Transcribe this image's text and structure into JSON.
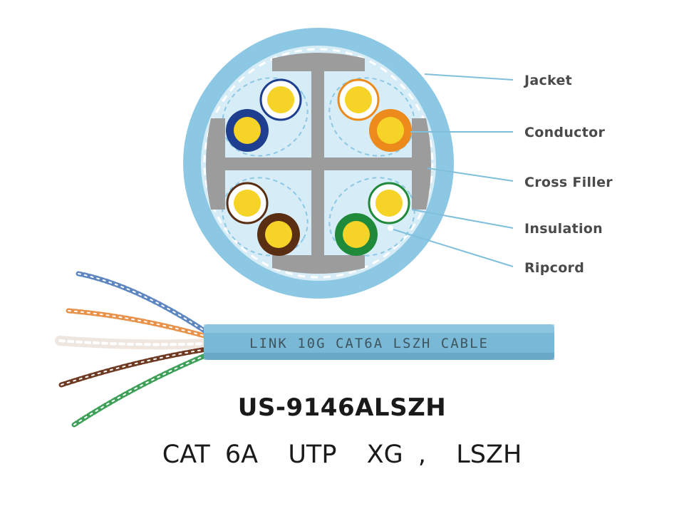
{
  "callouts": {
    "jacket": "Jacket",
    "conductor": "Conductor",
    "cross_filler": "Cross Filler",
    "insulation": "Insulation",
    "ripcord": "Ripcord"
  },
  "cable_print": "LINK 10G CAT6A LSZH CABLE",
  "product": {
    "model": "US-9146ALSZH",
    "description": "CAT 6A  UTP  XG ,  LSZH"
  },
  "colors": {
    "jacket": "#8cc8e4",
    "jacket_inner": "#d6ecf6",
    "cross_filler": "#9c9c9c",
    "conductor": "#f5d327",
    "pair_blue": "#1e3f8f",
    "pair_orange": "#ec8a1c",
    "pair_brown": "#5a2e12",
    "pair_green": "#1f8a3a",
    "leader_line": "#7fbfdc"
  }
}
